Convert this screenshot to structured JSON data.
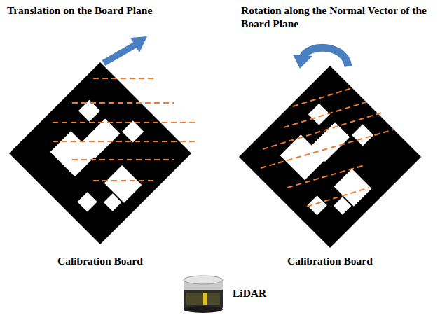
{
  "diagram": {
    "labels": [
      "Translation on the Board Plane",
      "Rotation along the Normal Vector of the Board Plane",
      "Calibration Board",
      "Calibration Board",
      "LiDAR"
    ]
  }
}
